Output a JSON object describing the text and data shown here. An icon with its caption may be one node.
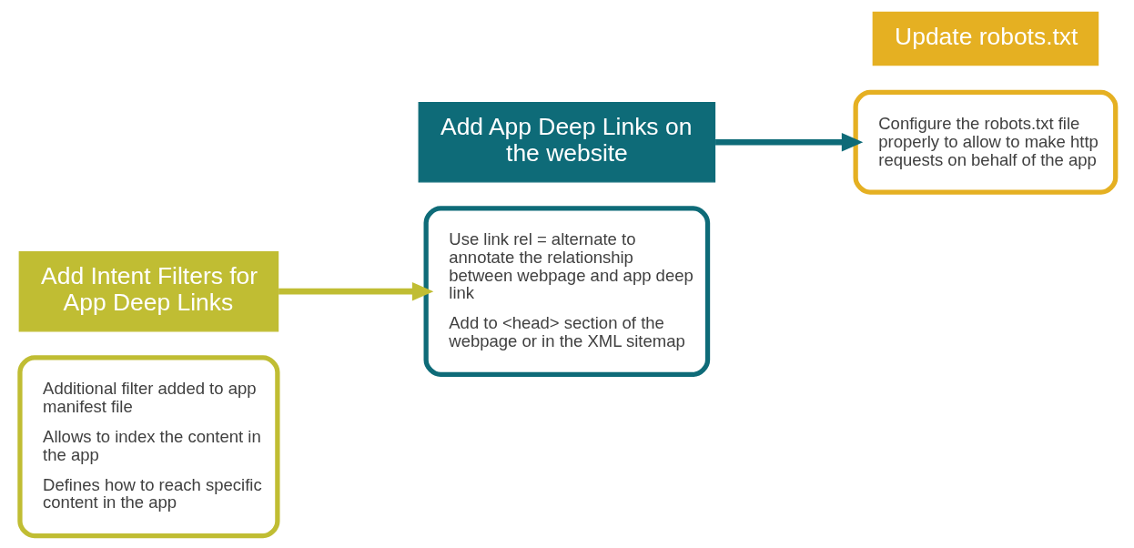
{
  "diagram": {
    "nodes": [
      {
        "text": [
          "Additional filter added to app manifest file",
          "Allows to index the content in the app",
          "Defines how to reach specific content in the app"
        ]
      },
      {
        "text": [
          "Add Intent Filters for App Deep Links"
        ]
      },
      {
        "text": [
          "Add App Deep Links on the website"
        ]
      },
      {
        "text": [
          "Use link rel = alternate to annotate the relationship between webpage and app deep link",
          "Add to <head> section of the webpage or in the XML sitemap"
        ]
      },
      {
        "text": [
          "Configure the robots.txt file properly to allow to make http requests on behalf of the app"
        ]
      },
      {
        "text": [
          "Update robots.txt"
        ]
      }
    ],
    "edges": [
      {
        "from": 1,
        "to": 3,
        "arrow": "to",
        "color": "#c0bd33"
      },
      {
        "from": 2,
        "to": 4,
        "arrow": "to",
        "color": "#0e6b78"
      }
    ]
  }
}
